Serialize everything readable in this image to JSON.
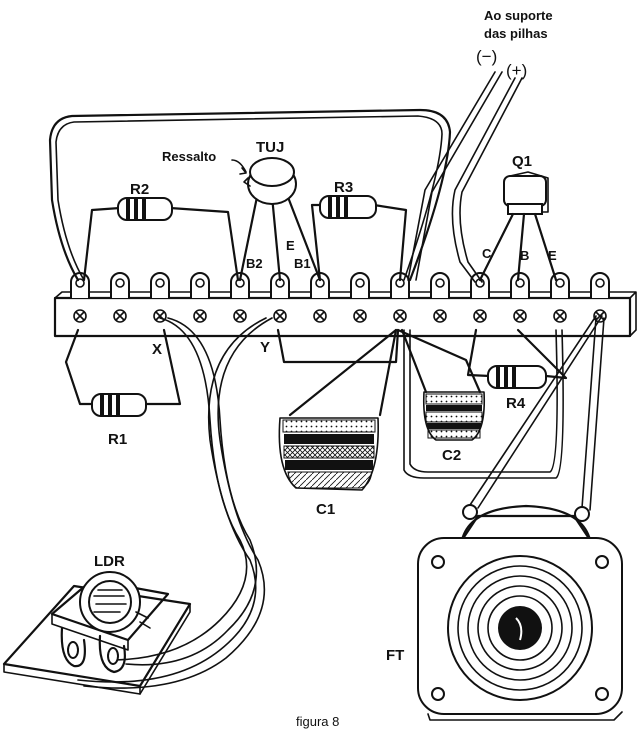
{
  "labels": {
    "battery_line1": "Ao suporte",
    "battery_line2": "das pilhas",
    "minus": "(−)",
    "plus": "(+)",
    "ressalto": "Ressalto",
    "tuj": "TUJ",
    "q1": "Q1",
    "r1": "R1",
    "r2": "R2",
    "r3": "R3",
    "r4": "R4",
    "b2": "B2",
    "b1": "B1",
    "e_tuj": "E",
    "c": "C",
    "b": "B",
    "e_q1": "E",
    "x": "X",
    "y": "Y",
    "c1": "C1",
    "c2": "C2",
    "ldr": "LDR",
    "ft": "FT",
    "caption": "figura 8"
  }
}
